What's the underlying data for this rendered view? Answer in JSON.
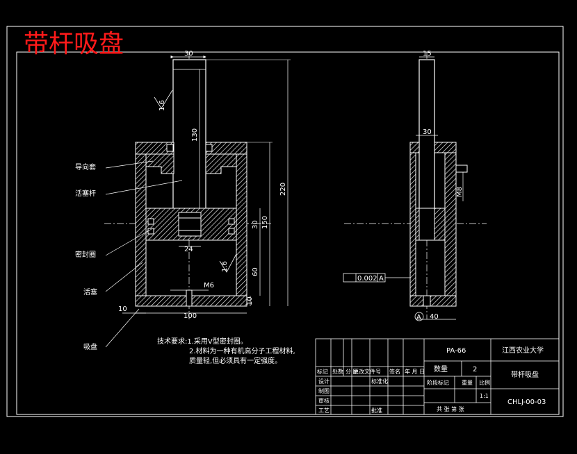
{
  "title": "带杆吸盘",
  "labels": {
    "guide_sleeve": "导向套",
    "piston_rod": "活塞杆",
    "seal_ring": "密封圈",
    "piston": "活塞",
    "suction_cup": "吸盘"
  },
  "dims_left": {
    "top_width": "30",
    "rod_length": "130",
    "surface_mark_1": "1.6",
    "total_height": "220",
    "body_height": "150",
    "piston_h": "30",
    "lower_h": "60",
    "bottom_h": "10",
    "bore": "24",
    "thread": "M6",
    "surface_mark_2": "1.6",
    "wall": "10",
    "width": "100"
  },
  "dims_right": {
    "top_width": "15",
    "mid_width": "30",
    "thread": "M8",
    "base_width": "40",
    "datum": "A",
    "tolerance": "0.002"
  },
  "tech_req": {
    "line1": "技术要求:1.采用V型密封圈。",
    "line2": "2.材料为一种有机高分子工程材料,",
    "line3": "质量轻,但必须具有一定强度。"
  },
  "title_block": {
    "material": "PA-66",
    "school": "江西农业大学",
    "qty_label": "数量",
    "qty": "2",
    "part_name": "带杆吸盘",
    "stage_label": "阶段标记",
    "weight_label": "重量",
    "scale_label": "比例",
    "scale": "1:1",
    "drawing_no": "CHLJ-00-03",
    "sheets": "共 张 第 张",
    "rev_headers": [
      "标记",
      "处数",
      "分 区",
      "更改文件号",
      "签名",
      "年 月 日"
    ],
    "design": "设计",
    "standard": "标准化",
    "drafting": "制图",
    "review": "审核",
    "process": "工艺",
    "approve": "批准"
  }
}
